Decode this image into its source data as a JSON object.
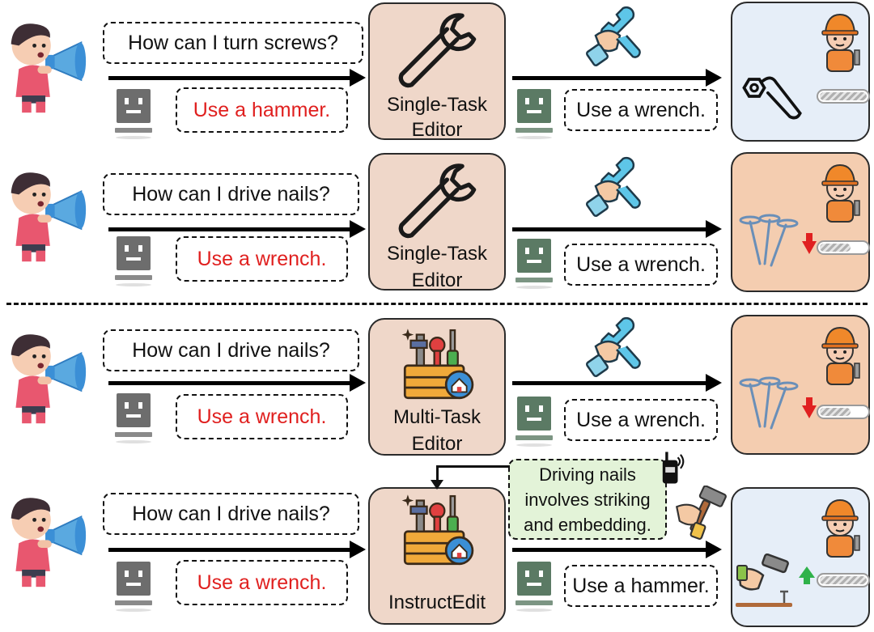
{
  "rows": [
    {
      "question": "How can I turn screws?",
      "answer": "Use a hammer.",
      "editor": [
        "Single-Task",
        "Editor"
      ],
      "output": "Use a wrench."
    },
    {
      "question": "How can I drive nails?",
      "answer": "Use a wrench.",
      "editor": [
        "Single-Task",
        "Editor"
      ],
      "output": "Use a wrench."
    },
    {
      "question": "How can I drive nails?",
      "answer": "Use a wrench.",
      "editor": [
        "Multi-Task",
        "Editor"
      ],
      "output": "Use a wrench."
    },
    {
      "question": "How can I drive nails?",
      "answer": "Use a wrench.",
      "editor": [
        "InstructEdit"
      ],
      "output": "Use a hammer."
    }
  ],
  "instruction": [
    "Driving nails",
    "involves striking",
    "and embedding."
  ],
  "colors": {
    "answer_red": "#e0201f",
    "editor_bg": "#efd7c9",
    "result_good": "#e6eef8",
    "result_bad": "#f4cdb0",
    "instruction_bg": "#e3f3d8",
    "robot_gray": "#6d6d6d",
    "robot_green": "#5b7a64"
  },
  "outcomes": [
    "success",
    "failure",
    "failure",
    "success"
  ],
  "icons": [
    "person-megaphone-icon",
    "robot-icon",
    "wrench-icon",
    "toolbox-icon",
    "hand-wrench-icon",
    "hand-hammer-icon",
    "worker-icon",
    "walkie-talkie-icon",
    "nut-wrench-icon",
    "nails-icon",
    "hammer-nail-icon",
    "arrow-down-icon",
    "arrow-up-icon"
  ]
}
